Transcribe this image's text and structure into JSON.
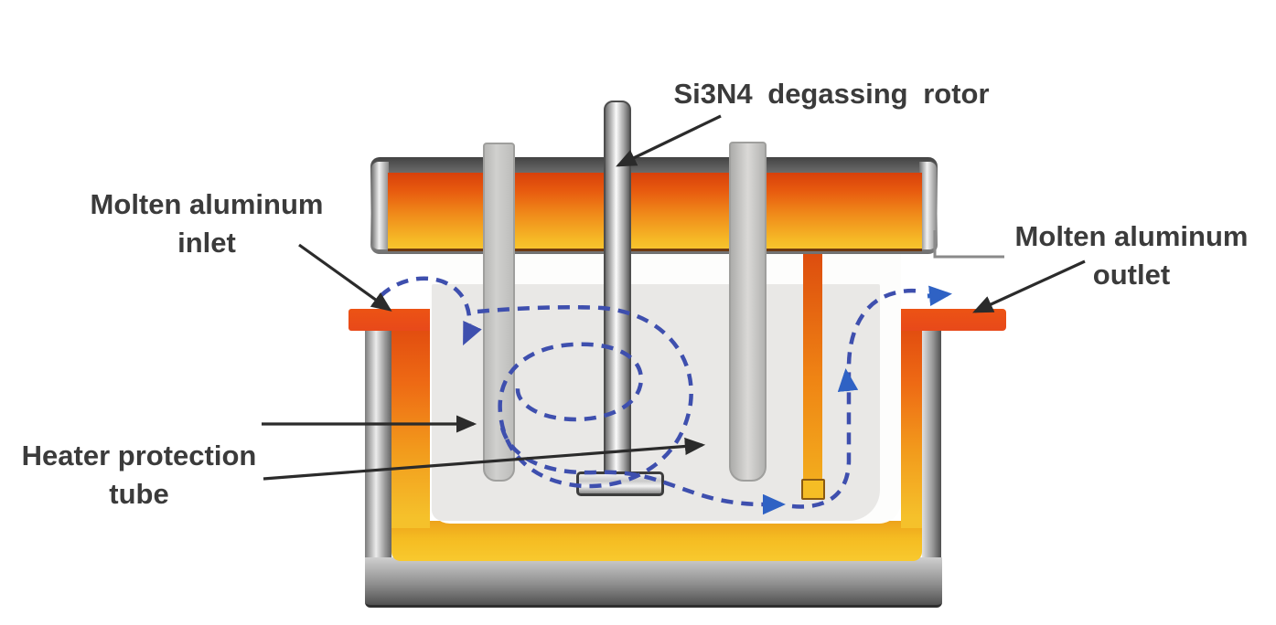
{
  "labels": {
    "rotor": {
      "text": "Si3N4 degassing rotor"
    },
    "inlet": {
      "line1": "Molten aluminum",
      "line2": "inlet"
    },
    "outlet": {
      "line1": "Molten aluminum",
      "line2": "outlet"
    },
    "heater": {
      "line1": "Heater protection",
      "line2": "tube"
    }
  },
  "pointers": [
    {
      "name": "rotor-pointer",
      "from": "rotor-label",
      "to": "degassing-rotor-shaft"
    },
    {
      "name": "inlet-pointer",
      "from": "inlet-label",
      "to": "inlet-flange"
    },
    {
      "name": "outlet-pointer",
      "from": "outlet-label",
      "to": "outlet-flange"
    },
    {
      "name": "heater-pointer-1",
      "from": "heater-label",
      "to": "left-heater-protection-tube"
    },
    {
      "name": "heater-pointer-2",
      "from": "heater-label",
      "to": "right-heater-protection-tube"
    }
  ],
  "colors": {
    "background": "#ffffff",
    "label-text": "#3b3b3b",
    "arrow-black": "#2b2b2b",
    "flow-dash": "#3e4fae",
    "flow-arrow-blue": "#2f62c4",
    "molten-red": "#e0490f",
    "molten-yellow": "#f5c12b",
    "amber-wall": "#f5bc22",
    "flange-red": "#e8491a",
    "melt-gray": "#e9e8e6"
  }
}
